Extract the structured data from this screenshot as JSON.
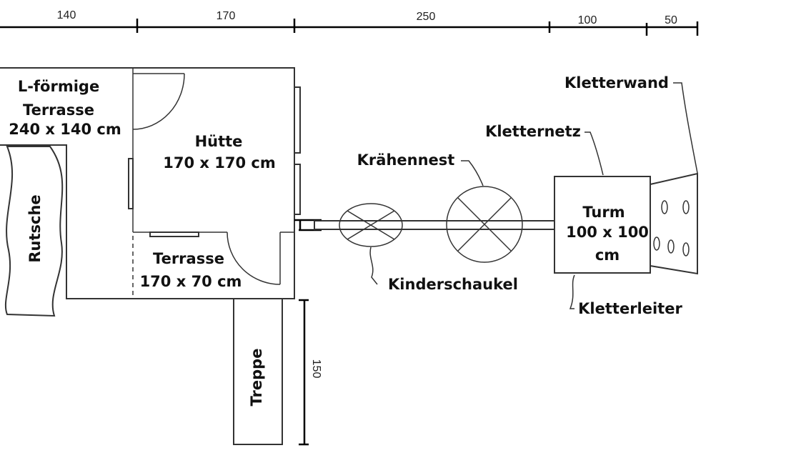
{
  "dimensions": {
    "top": [
      "140",
      "170",
      "250",
      "100",
      "50"
    ],
    "stairs_length": "150"
  },
  "labels": {
    "l_terrace_1": "L-förmige",
    "l_terrace_2": "Terrasse",
    "l_terrace_3": "240 x 140 cm",
    "hut_1": "Hütte",
    "hut_2": "170 x 170 cm",
    "terrace_1": "Terrasse",
    "terrace_2": "170 x 70 cm",
    "slide": "Rutsche",
    "stairs": "Treppe",
    "crows_nest": "Krähennest",
    "swing": "Kinderschaukel",
    "tower_1": "Turm",
    "tower_2": "100 x 100",
    "tower_3": "cm",
    "climbing_net": "Kletternetz",
    "climbing_wall": "Kletterwand",
    "climbing_ladder": "Kletterleiter"
  }
}
